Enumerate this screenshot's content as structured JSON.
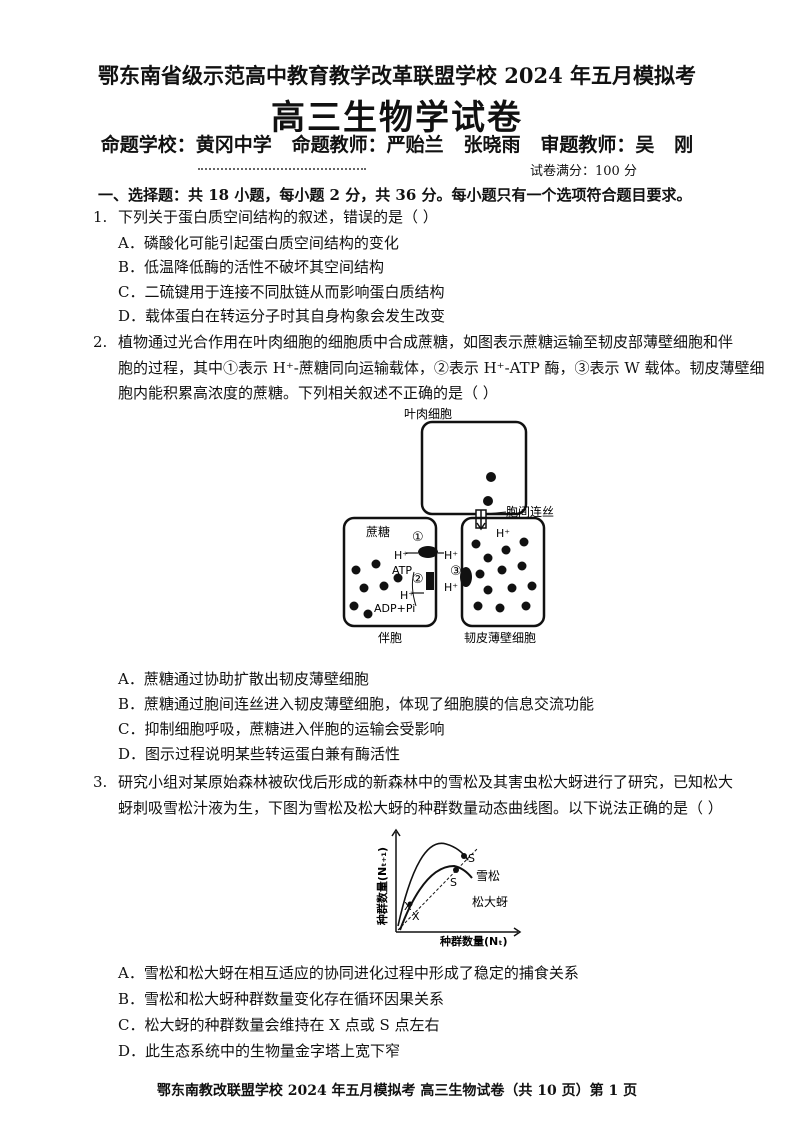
{
  "header": {
    "line1": "鄂东南省级示范高中教育教学改革联盟学校 2024 年五月模拟考",
    "title": "高三生物学试卷",
    "line3": "命题学校：黄冈中学   命题教师：严贻兰   张晓雨   审题教师：吴   刚",
    "score": "试卷满分：100 分"
  },
  "section1": {
    "title": "一、选择题：共 18 小题，每小题 2 分，共 36 分。每小题只有一个选项符合题目要求。"
  },
  "q1": {
    "num": "1.",
    "stem": "下列关于蛋白质空间结构的叙述，错误的是（      ）",
    "options": [
      "A．磷酸化可能引起蛋白质空间结构的变化",
      "B．低温降低酶的活性不破坏其空间结构",
      "C．二硫键用于连接不同肽链从而影响蛋白质结构",
      "D．载体蛋白在转运分子时其自身构象会发生改变"
    ]
  },
  "q2": {
    "num": "2.",
    "stem1": "植物通过光合作用在叶肉细胞的细胞质中合成蔗糖，如图表示蔗糖运输至韧皮部薄壁细胞和伴",
    "stem2": "胞的过程，其中①表示 H⁺-蔗糖同向运输载体，②表示 H⁺-ATP 酶，③表示 W 载体。韧皮薄壁细",
    "stem3": "胞内能积累高浓度的蔗糖。下列相关叙述不正确的是（      ）",
    "figure": {
      "label_mesophyll": "叶肉细胞",
      "label_plasmodesmata": "胞间连丝",
      "label_sucrose": "蔗糖",
      "label_companion": "伴胞",
      "label_parenchyma": "韧皮薄壁细胞",
      "label_atp": "ATP",
      "label_adp": "ADP+Pi",
      "label_h": "H⁺",
      "label_c1": "①",
      "label_c2": "②",
      "label_c3": "③"
    },
    "options": [
      "A．蔗糖通过协助扩散出韧皮薄壁细胞",
      "B．蔗糖通过胞间连丝进入韧皮薄壁细胞，体现了细胞膜的信息交流功能",
      "C．抑制细胞呼吸，蔗糖进入伴胞的运输会受影响",
      "D．图示过程说明某些转运蛋白兼有酶活性"
    ]
  },
  "q3": {
    "num": "3.",
    "stem1": "研究小组对某原始森林被砍伐后形成的新森林中的雪松及其害虫松大蚜进行了研究，已知松大",
    "stem2": "蚜刺吸雪松汁液为生，下图为雪松及松大蚜的种群数量动态曲线图。以下说法正确的是（      ）",
    "figure": {
      "ylabel": "种群数量(Nₜ₊₁)",
      "xlabel": "种群数量(Nₜ)",
      "label_s1": "S",
      "label_s2": "S",
      "label_x1": "X",
      "label_x2": "X",
      "series1": "雪松",
      "series2": "松大蚜"
    },
    "options": [
      "A．雪松和松大蚜在相互适应的协同进化过程中形成了稳定的捕食关系",
      "B．雪松和松大蚜种群数量变化存在循环因果关系",
      "C．松大蚜的种群数量会维持在 X 点或 S 点左右",
      "D．此生态系统中的生物量金字塔上宽下窄"
    ]
  },
  "footer": "鄂东南教改联盟学校 2024 年五月模拟考  高三生物试卷（共 10 页）第 1 页"
}
